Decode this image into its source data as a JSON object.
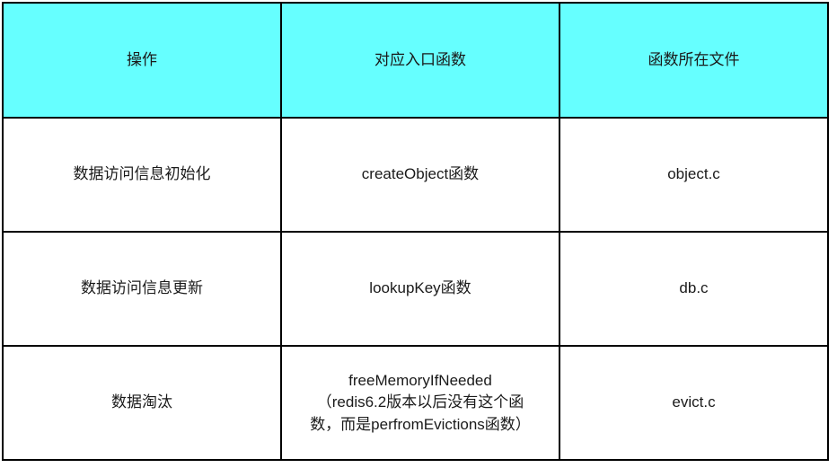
{
  "table": {
    "columns": [
      {
        "label": "操作",
        "name": "operation"
      },
      {
        "label": "对应入口函数",
        "name": "entry-function"
      },
      {
        "label": "函数所在文件",
        "name": "source-file"
      }
    ],
    "rows": [
      {
        "operation": "数据访问信息初始化",
        "entry_function": "createObject函数",
        "source_file": "object.c"
      },
      {
        "operation": "数据访问信息更新",
        "entry_function": "lookupKey函数",
        "source_file": "db.c"
      },
      {
        "operation": "数据淘汰",
        "entry_function": "freeMemoryIfNeeded\n（redis6.2版本以后没有这个函\n数，而是perfromEvictions函数）",
        "source_file": "evict.c"
      }
    ]
  },
  "colors": {
    "header_background": "#66ffff",
    "cell_background": "#ffffff",
    "border": "#000000",
    "text": "#1a1a1a"
  }
}
